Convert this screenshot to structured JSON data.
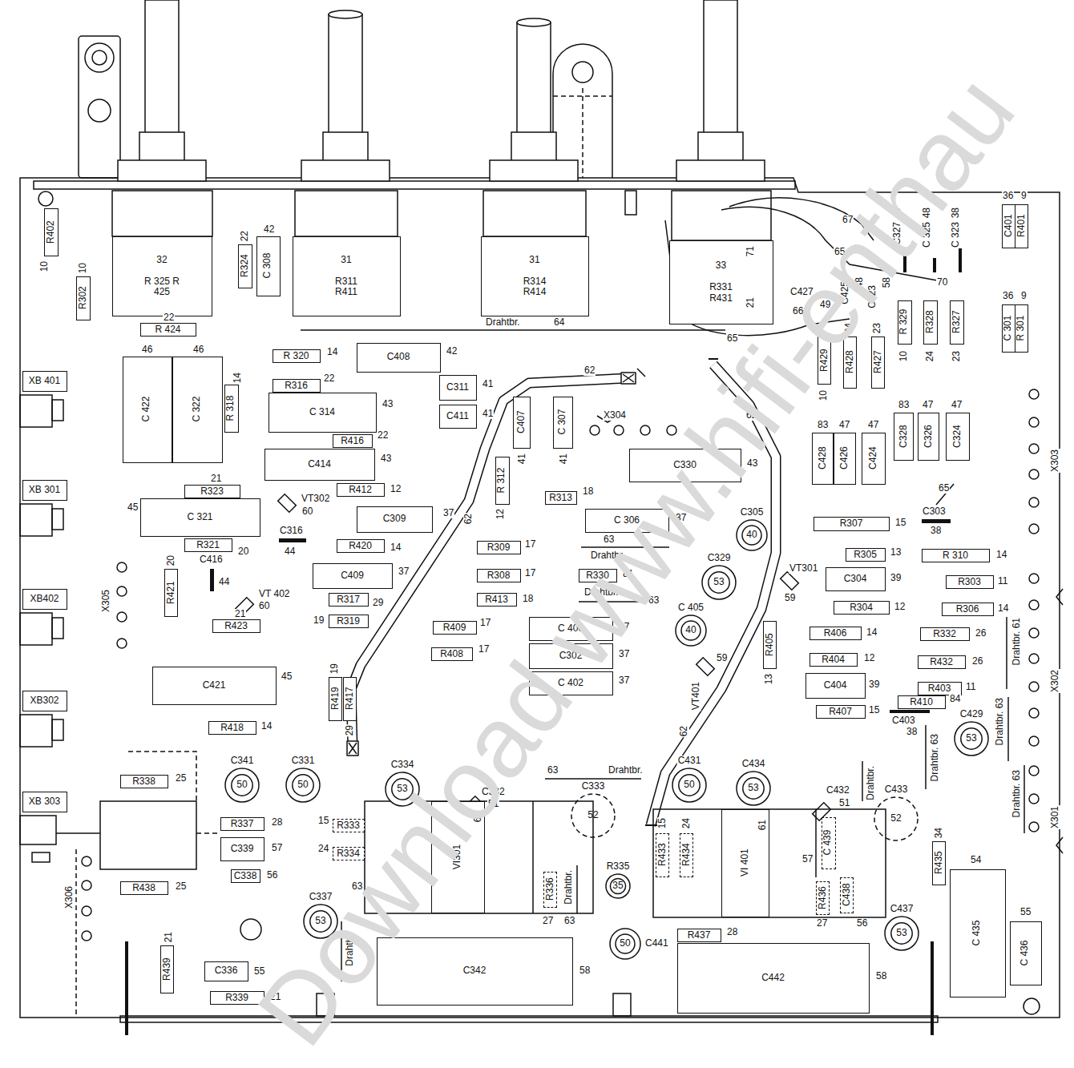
{
  "diagram": {
    "nodes": [
      {
        "text": [
          "32",
          "R 325 R 425"
        ]
      },
      {
        "text": [
          "31",
          "R311 R411"
        ]
      },
      {
        "text": [
          "31",
          "R314 R414"
        ]
      },
      {
        "text": [
          "33",
          "R331 R431"
        ]
      },
      {
        "text": [
          "R402"
        ]
      },
      {
        "text": [
          "R302"
        ]
      },
      {
        "text": [
          "R 424"
        ]
      },
      {
        "text": [
          "R324"
        ]
      },
      {
        "text": [
          "C 308"
        ]
      },
      {
        "text": [
          "R 320"
        ]
      },
      {
        "text": [
          "C408"
        ]
      },
      {
        "text": [
          "R316"
        ]
      },
      {
        "text": [
          "C311"
        ]
      },
      {
        "text": [
          "C411"
        ]
      },
      {
        "text": [
          "C 314"
        ]
      },
      {
        "text": [
          "R416"
        ]
      },
      {
        "text": [
          "C414"
        ]
      },
      {
        "text": [
          "C 422"
        ]
      },
      {
        "text": [
          "C 322"
        ]
      },
      {
        "text": [
          "R 318"
        ]
      },
      {
        "text": [
          "XB 401"
        ]
      },
      {
        "text": [
          "XB 301"
        ]
      },
      {
        "text": [
          "XB402"
        ]
      },
      {
        "text": [
          "XB302"
        ]
      },
      {
        "text": [
          "XB 303"
        ]
      },
      {
        "text": [
          "R323"
        ]
      },
      {
        "text": [
          "C 321"
        ]
      },
      {
        "text": [
          "R321"
        ]
      },
      {
        "text": [
          "R412"
        ]
      },
      {
        "text": [
          "C309"
        ]
      },
      {
        "text": [
          "R420"
        ]
      },
      {
        "text": [
          "R421"
        ]
      },
      {
        "text": [
          "C409"
        ]
      },
      {
        "text": [
          "R317"
        ]
      },
      {
        "text": [
          "R319"
        ]
      },
      {
        "text": [
          "R423"
        ]
      },
      {
        "text": [
          "C421"
        ]
      },
      {
        "text": [
          "R418"
        ]
      },
      {
        "text": [
          "R419"
        ]
      },
      {
        "text": [
          "R417"
        ]
      },
      {
        "text": [
          "R 312"
        ]
      },
      {
        "text": [
          "C407"
        ]
      },
      {
        "text": [
          "C 307"
        ]
      },
      {
        "text": [
          "R313"
        ]
      },
      {
        "text": [
          "C330"
        ]
      },
      {
        "text": [
          "C 306"
        ]
      },
      {
        "text": [
          "R309"
        ]
      },
      {
        "text": [
          "R308"
        ]
      },
      {
        "text": [
          "R330"
        ]
      },
      {
        "text": [
          "R413"
        ]
      },
      {
        "text": [
          "R409"
        ]
      },
      {
        "text": [
          "R408"
        ]
      },
      {
        "text": [
          "C 406"
        ]
      },
      {
        "text": [
          "C302"
        ]
      },
      {
        "text": [
          "C 402"
        ]
      },
      {
        "text": [
          "C305",
          "40"
        ]
      },
      {
        "text": [
          "C329",
          "53"
        ]
      },
      {
        "text": [
          "C 405",
          "40"
        ]
      },
      {
        "text": [
          "R405"
        ]
      },
      {
        "text": [
          "R307"
        ]
      },
      {
        "text": [
          "R305"
        ]
      },
      {
        "text": [
          "R 310"
        ]
      },
      {
        "text": [
          "C304"
        ]
      },
      {
        "text": [
          "R303"
        ]
      },
      {
        "text": [
          "R304"
        ]
      },
      {
        "text": [
          "R306"
        ]
      },
      {
        "text": [
          "R406"
        ]
      },
      {
        "text": [
          "R332"
        ]
      },
      {
        "text": [
          "R404"
        ]
      },
      {
        "text": [
          "R432"
        ]
      },
      {
        "text": [
          "C404"
        ]
      },
      {
        "text": [
          "R403"
        ]
      },
      {
        "text": [
          "R410"
        ]
      },
      {
        "text": [
          "R407"
        ]
      },
      {
        "text": [
          "C429",
          "53"
        ]
      },
      {
        "text": [
          "R429"
        ]
      },
      {
        "text": [
          "R428"
        ]
      },
      {
        "text": [
          "R427"
        ]
      },
      {
        "text": [
          "R 329"
        ]
      },
      {
        "text": [
          "R328"
        ]
      },
      {
        "text": [
          "R327"
        ]
      },
      {
        "text": [
          "C401"
        ]
      },
      {
        "text": [
          "R401"
        ]
      },
      {
        "text": [
          "C 301"
        ]
      },
      {
        "text": [
          "R 301"
        ]
      },
      {
        "text": [
          "C428"
        ]
      },
      {
        "text": [
          "C426"
        ]
      },
      {
        "text": [
          "C424"
        ]
      },
      {
        "text": [
          "C328"
        ]
      },
      {
        "text": [
          "C326"
        ]
      },
      {
        "text": [
          "C324"
        ]
      },
      {
        "text": [
          "R338"
        ]
      },
      {
        "text": [
          "R337"
        ]
      },
      {
        "text": [
          "C339"
        ]
      },
      {
        "text": [
          "C338"
        ]
      },
      {
        "text": [
          "R438"
        ]
      },
      {
        "text": [
          "R333"
        ]
      },
      {
        "text": [
          "R334"
        ]
      },
      {
        "text": [
          "C341",
          "50"
        ]
      },
      {
        "text": [
          "C331",
          "50"
        ]
      },
      {
        "text": [
          "C334",
          "53"
        ]
      },
      {
        "text": [
          "C333",
          "52"
        ]
      },
      {
        "text": [
          "VI301"
        ]
      },
      {
        "text": [
          "R336"
        ]
      },
      {
        "text": [
          "R335",
          "35"
        ]
      },
      {
        "text": [
          "C441",
          "50"
        ]
      },
      {
        "text": [
          "C337",
          "53"
        ]
      },
      {
        "text": [
          "C342"
        ]
      },
      {
        "text": [
          "C442"
        ]
      },
      {
        "text": [
          "R437"
        ]
      },
      {
        "text": [
          "VI 401"
        ]
      },
      {
        "text": [
          "R433"
        ]
      },
      {
        "text": [
          "R434"
        ]
      },
      {
        "text": [
          "C 439"
        ]
      },
      {
        "text": [
          "R436"
        ]
      },
      {
        "text": [
          "C438"
        ]
      },
      {
        "text": [
          "C431",
          "50"
        ]
      },
      {
        "text": [
          "C434",
          "53"
        ]
      },
      {
        "text": [
          "C433",
          "52"
        ]
      },
      {
        "text": [
          "C437",
          "53"
        ]
      },
      {
        "text": [
          "R435"
        ]
      },
      {
        "text": [
          "C 435"
        ]
      },
      {
        "text": [
          "C 436"
        ]
      },
      {
        "text": [
          "R439"
        ]
      },
      {
        "text": [
          "C336"
        ]
      },
      {
        "text": [
          "R339"
        ]
      }
    ],
    "labels": [
      "10",
      "10",
      "22",
      "22",
      "42",
      "14",
      "42",
      "22",
      "41",
      "41",
      "43",
      "22",
      "43",
      "46",
      "46",
      "14",
      "21",
      "45",
      "20",
      "VT302",
      "60",
      "12",
      "37",
      "C316",
      "44",
      "14",
      "C416",
      "44",
      "20",
      "VT 402",
      "60",
      "37",
      "29",
      "19",
      "21",
      "45",
      "14",
      "19",
      "29",
      "12",
      "41",
      "41",
      "18",
      "43",
      "37",
      "63",
      "Drahtbr.",
      "17",
      "17",
      "81",
      "Drahtbr.",
      "63",
      "18",
      "17",
      "17",
      "37",
      "37",
      "37",
      "VT301",
      "59",
      "VT401",
      "59",
      "13",
      "15",
      "C303",
      "38",
      "13",
      "14",
      "39",
      "11",
      "12",
      "14",
      "14",
      "26",
      "12",
      "26",
      "39",
      "11",
      "84",
      "15",
      "C403",
      "38",
      "Drahtbr. 61",
      "Drahtbr. 63",
      "Drahtbr. 63",
      "Drahtbr. 63",
      "Drahtbr.",
      "X303",
      "X302",
      "X301",
      "36",
      "9",
      "36",
      "9",
      "49",
      "C327",
      "48",
      "C 325",
      "38",
      "C 323",
      "10",
      "24",
      "23",
      "10",
      "24",
      "23",
      "83",
      "47",
      "47",
      "83",
      "47",
      "47",
      "65",
      "71",
      "21",
      "67",
      "65",
      "70",
      "C427",
      "49",
      "66",
      "C425",
      "48",
      "C423",
      "58",
      "65",
      "Drahtbr.",
      "64",
      "X304",
      "62",
      "62",
      "62",
      "62",
      "X305",
      "X306",
      "25",
      "28",
      "57",
      "56",
      "25",
      "15",
      "24",
      "C332",
      "51",
      "63",
      "Drahtbr.",
      "61",
      "Drahtbr.",
      "27",
      "63",
      "63",
      "Drahtbr.",
      "58",
      "58",
      "28",
      "61",
      "15",
      "24",
      "57",
      "27",
      "56",
      "C432",
      "51",
      "34",
      "54",
      "55",
      "21",
      "55",
      "21",
      "Download www.hifi-enthau"
    ]
  }
}
